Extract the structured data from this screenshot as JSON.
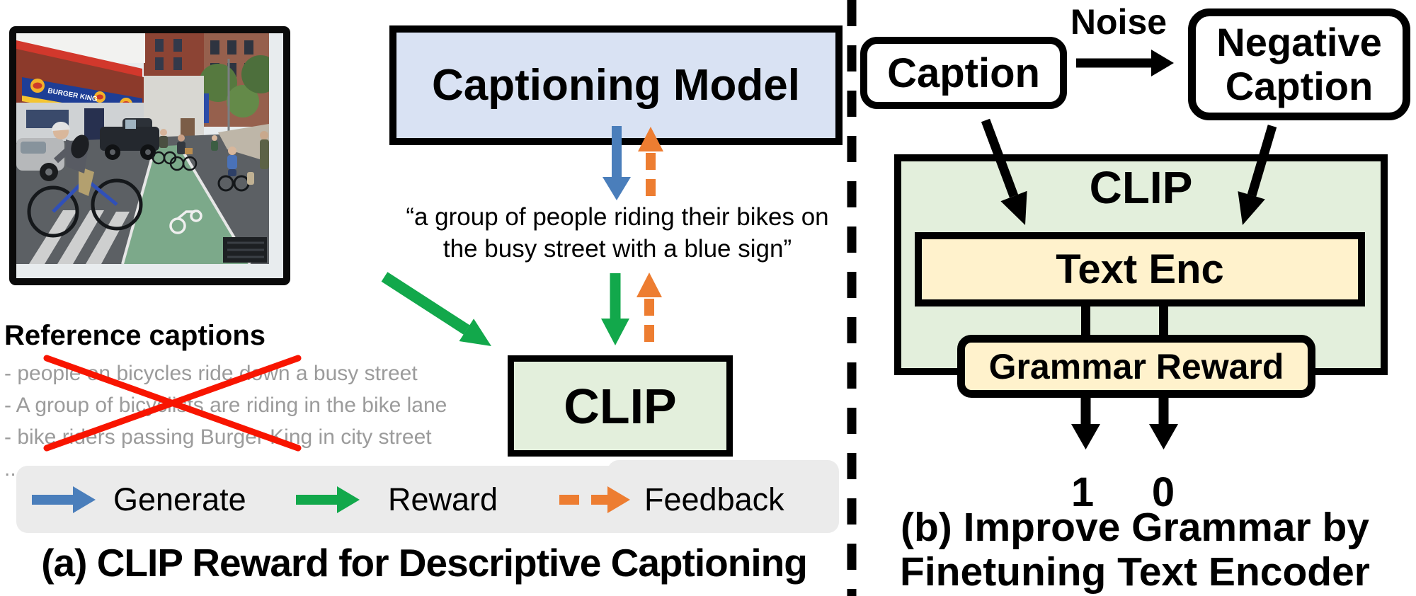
{
  "colors": {
    "box_blue": "#d9e2f3",
    "box_green": "#e3efdc",
    "box_yellow": "#fff2cc",
    "legend_gray": "#ebebeb",
    "arrow_blue": "#4a7ebb",
    "arrow_green": "#12a84b",
    "arrow_orange": "#ed7d31",
    "cross_red": "#f81500",
    "ref_gray": "#9b9b9b"
  },
  "panel_a": {
    "captioning_model_label": "Captioning Model",
    "generated_caption": "“a group of people riding their bikes on\nthe busy street with a blue sign”",
    "clip_label": "CLIP",
    "reference_captions": {
      "title": "Reference captions",
      "items": [
        "- people on bicycles ride down a busy street",
        "- A group of bicyclists are riding in the bike lane",
        "- bike riders passing Burger King in city street",
        ".."
      ]
    },
    "legend": [
      {
        "label": "Generate",
        "arrow": "blue-solid"
      },
      {
        "label": "Reward",
        "arrow": "green-solid"
      },
      {
        "label": "Feedback",
        "arrow": "orange-dashed"
      }
    ],
    "caption_title": "(a) CLIP Reward for Descriptive Captioning",
    "photo_sign_text": "BURGER KING"
  },
  "panel_b": {
    "caption_box_label": "Caption",
    "noise_label": "Noise",
    "negative_caption_label": "Negative Caption",
    "clip_label": "CLIP",
    "text_enc_label": "Text Enc",
    "grammar_reward_label": "Grammar Reward",
    "output_positive": "1",
    "output_negative": "0",
    "caption_title": "(b) Improve Grammar by\nFinetuning Text Encoder"
  }
}
